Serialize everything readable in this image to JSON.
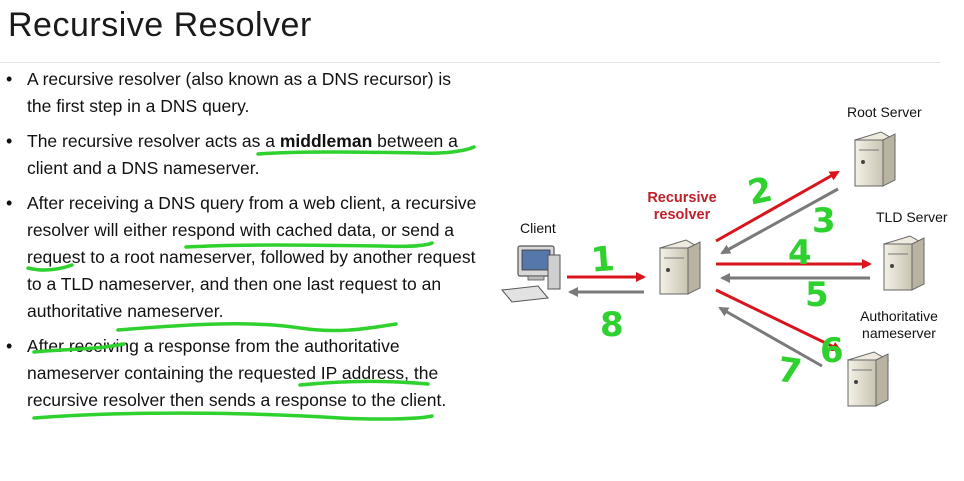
{
  "page": {
    "title": "Recursive Resolver"
  },
  "bullets": [
    {
      "text": "A recursive resolver (also known as a DNS recursor) is the first step in a DNS query."
    },
    {
      "pre": "The recursive resolver acts as a ",
      "bold": "middleman",
      "post": " between a client and a DNS nameserver."
    },
    {
      "text": "After receiving a DNS query from a web client, a recursive resolver will either respond with cached data, or send a request to a root nameserver, followed by another request to a TLD nameserver, and then one last request to an authoritative nameserver."
    },
    {
      "text": "After receiving a response from the authoritative nameserver containing the requested IP address, the recursive resolver then sends a response to the client."
    }
  ],
  "diagram": {
    "client_label": "Client",
    "resolver_label_line1": "Recursive",
    "resolver_label_line2": "resolver",
    "root_label": "Root Server",
    "tld_label": "TLD Server",
    "auth_label_line1": "Authoritative",
    "auth_label_line2": "nameserver",
    "request_color": "#d9141c",
    "response_color": "#7a7a7a",
    "annotation_color": "#2fd12f",
    "step_numbers": [
      "1",
      "2",
      "3",
      "4",
      "5",
      "6",
      "7",
      "8"
    ]
  }
}
